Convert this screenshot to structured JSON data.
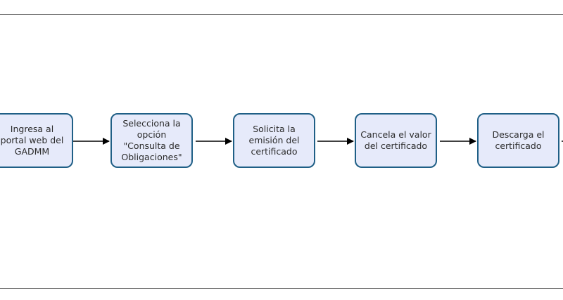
{
  "diagram": {
    "steps": [
      {
        "label": "Ingresa al portal web del GADMM"
      },
      {
        "label": "Selecciona la opción \"Consulta de Obligaciones\""
      },
      {
        "label": "Solicita la emisión del certificado"
      },
      {
        "label": "Cancela el valor del certificado"
      },
      {
        "label": "Descarga el certificado"
      }
    ],
    "colors": {
      "box_fill": "#e6eafa",
      "box_border": "#1f5f86",
      "arrow": "#000000",
      "rule": "#6b6b6b"
    }
  }
}
